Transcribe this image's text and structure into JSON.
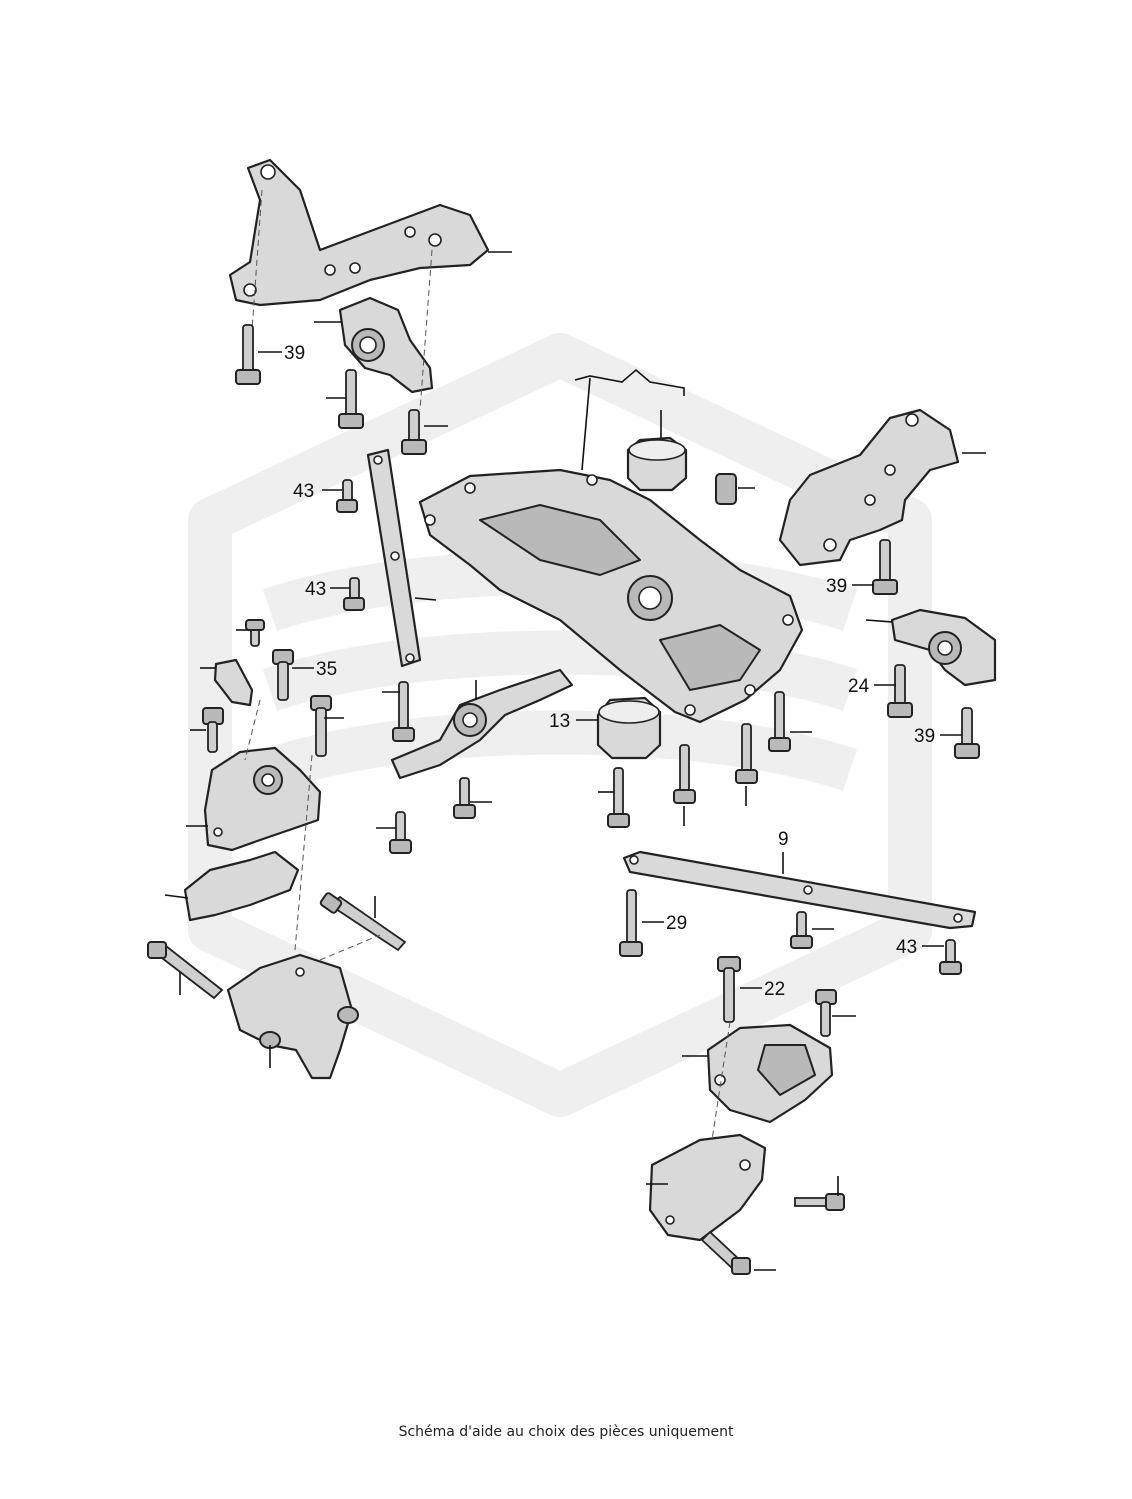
{
  "diagram": {
    "callouts": [
      {
        "id": "c39a",
        "label": "39"
      },
      {
        "id": "c43a",
        "label": "43"
      },
      {
        "id": "c43b",
        "label": "43"
      },
      {
        "id": "c35",
        "label": "35"
      },
      {
        "id": "c13",
        "label": "13"
      },
      {
        "id": "c39b",
        "label": "39"
      },
      {
        "id": "c24",
        "label": "24"
      },
      {
        "id": "c39c",
        "label": "39"
      },
      {
        "id": "c9",
        "label": "9"
      },
      {
        "id": "c29",
        "label": "29"
      },
      {
        "id": "c43c",
        "label": "43"
      },
      {
        "id": "c22",
        "label": "22"
      }
    ]
  },
  "caption": "Schéma d'aide au choix des pièces uniquement",
  "colors": {
    "part_fill": "#d9d9d9",
    "outline": "#222222",
    "watermark": "#efefef"
  }
}
